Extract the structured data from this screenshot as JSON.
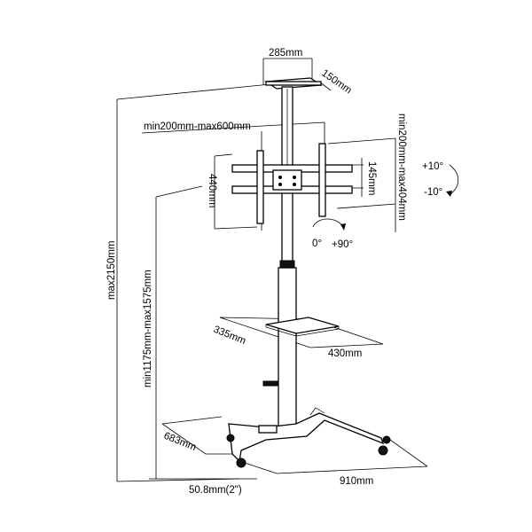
{
  "dimensions": {
    "top_plate_width": "285mm",
    "top_plate_depth": "150mm",
    "vesa_horizontal": "min200mm-max600mm",
    "vesa_vertical": "min200mm-max404mm",
    "bracket_height": "440mm",
    "bracket_spacing": "145mm",
    "max_height": "max2150mm",
    "min_max_height": "min1175mm-max1575mm",
    "shelf_depth": "335mm",
    "shelf_width": "430mm",
    "base_depth": "683mm",
    "base_width": "910mm",
    "pole_diameter": "50.8mm(2\")"
  },
  "adjustments": {
    "tilt_up": "+10°",
    "tilt_down": "-10°",
    "rotate_start": "0°",
    "rotate_end": "+90°"
  }
}
